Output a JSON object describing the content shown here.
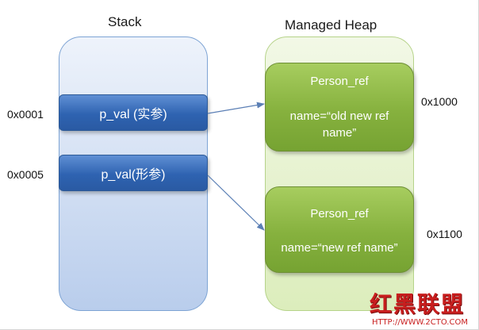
{
  "stack": {
    "title": "Stack",
    "slots": [
      {
        "address": "0x0001",
        "label": "p_val (实参)"
      },
      {
        "address": "0x0005",
        "label": "p_val(形参)"
      }
    ]
  },
  "heap": {
    "title": "Managed Heap",
    "objects": [
      {
        "address": "0x1000",
        "type": "Person_ref",
        "value": "name=“old new ref name”"
      },
      {
        "address": "0x1100",
        "type": "Person_ref",
        "value": "name=“new ref name”"
      }
    ]
  },
  "watermark": {
    "logo": "红黑联盟",
    "url": "HTTP://WWW.2CTO.COM"
  },
  "colors": {
    "stack_slot": "#2e63b1",
    "heap_object": "#86b13e",
    "arrow": "#5b7fb5",
    "watermark": "#c81e1e"
  }
}
